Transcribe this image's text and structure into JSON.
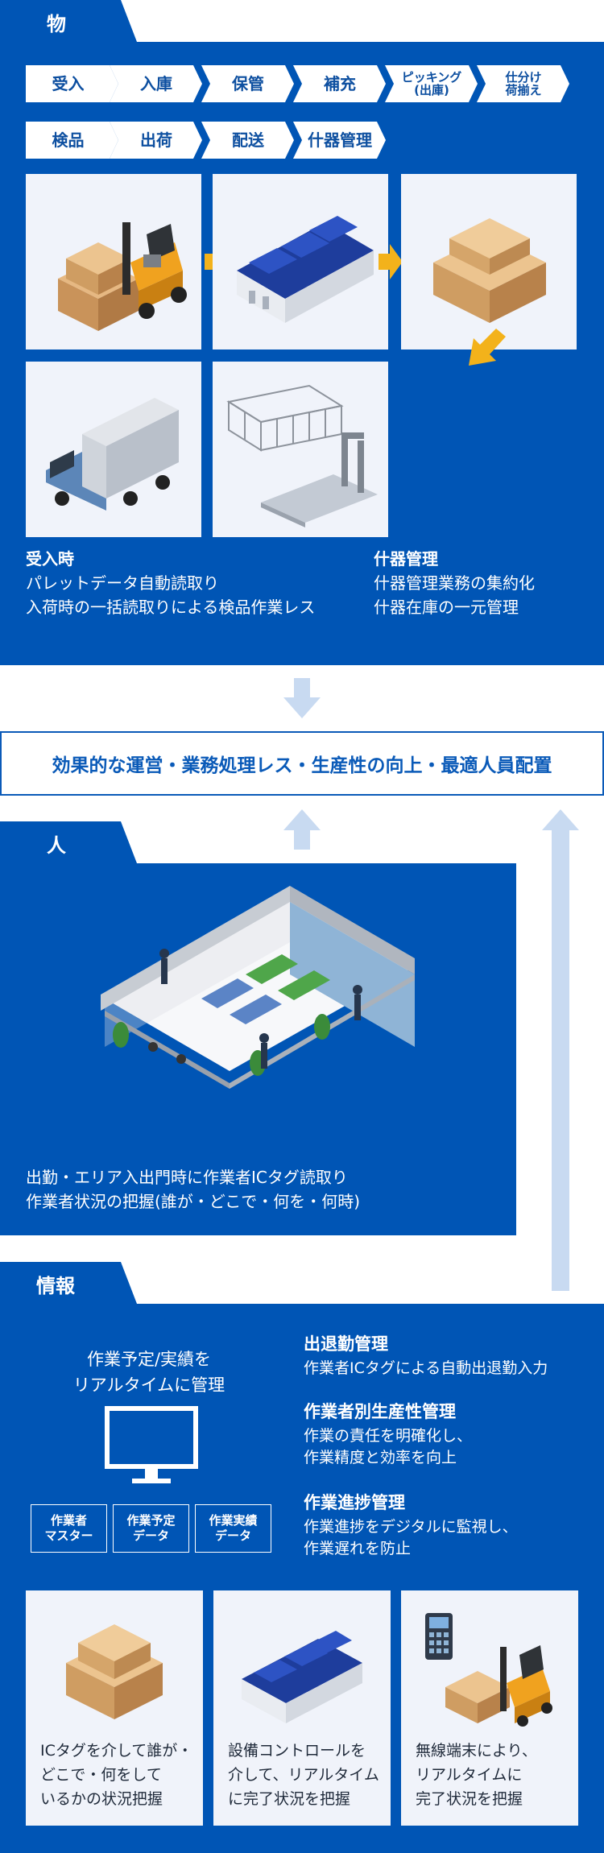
{
  "mono": {
    "tab": "物",
    "process_row1": [
      "受入",
      "入庫",
      "保管",
      "補充",
      "ピッキング\n(出庫)",
      "仕分け\n荷揃え"
    ],
    "process_row2": [
      "検品",
      "出荷",
      "配送",
      "什器管理"
    ],
    "left_text": {
      "heading": "受入時",
      "lines": [
        "パレットデータ自動読取り",
        "入荷時の一括読取りによる検品作業レス"
      ]
    },
    "right_text": {
      "heading": "什器管理",
      "lines": [
        "什器管理業務の集約化",
        "什器在庫の一元管理"
      ]
    }
  },
  "banner": {
    "text": "効果的な運営・業務処理レス・生産性の向上・最適人員配置"
  },
  "hito": {
    "tab": "人",
    "lines": [
      "出勤・エリア入出門時に作業者ICタグ読取り",
      "作業者状況の把握(誰が・どこで・何を・何時)"
    ]
  },
  "joho": {
    "tab": "情報",
    "monitor_caption": [
      "作業予定/実績を",
      "リアルタイムに管理"
    ],
    "boxes": [
      "作業者\nマスター",
      "作業予定\nデータ",
      "作業実績\nデータ"
    ],
    "items": [
      {
        "heading": "出退勤管理",
        "lines": [
          "作業者ICタグによる自動出退勤入力"
        ]
      },
      {
        "heading": "作業者別生産性管理",
        "lines": [
          "作業の責任を明確化し、",
          "作業精度と効率を向上"
        ]
      },
      {
        "heading": "作業進捗管理",
        "lines": [
          "作業進捗をデジタルに監視し、",
          "作業遅れを防止"
        ]
      }
    ],
    "tiles": [
      {
        "lines": [
          "ICタグを介して誰が・",
          "どこで・何をして",
          "いるかの状況把握"
        ]
      },
      {
        "lines": [
          "設備コントロールを",
          "介して、リアルタイム",
          "に完了状況を把握"
        ]
      },
      {
        "lines": [
          "無線端末により、",
          "リアルタイムに",
          "完了状況を把握"
        ]
      }
    ]
  },
  "colors": {
    "brand_blue": "#0055b5",
    "light_arrow": "#c8daf1",
    "accent_arrow": "#f3b21b",
    "tile_bg": "#f0f3fa"
  }
}
